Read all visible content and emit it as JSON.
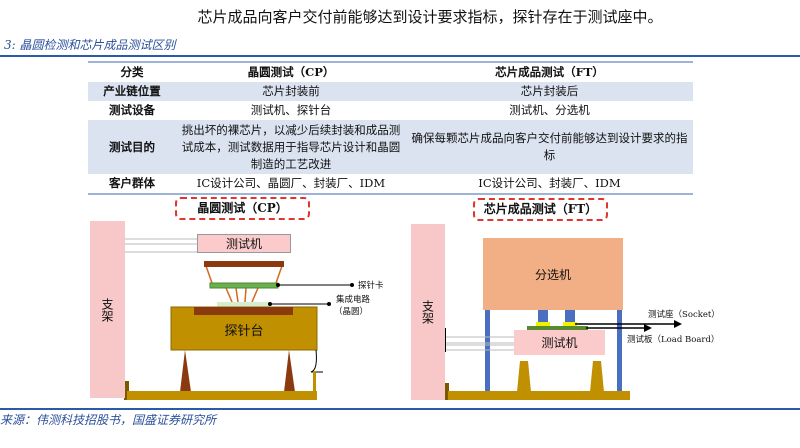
{
  "intro_text": "芯片成品向客户交付前能够达到设计要求指标，探针存在于测试座中。",
  "figure_caption": "3: 晶圆检测和芯片成品测试区别",
  "table": {
    "headers": [
      "分类",
      "晶圆测试（CP）",
      "芯片成品测试（FT）"
    ],
    "rows": [
      [
        "产业链位置",
        "芯片封装前",
        "芯片封装后"
      ],
      [
        "测试设备",
        "测试机、探针台",
        "测试机、分选机"
      ],
      [
        "测试目的",
        "挑出坏的裸芯片，以减少后续封装和成品测试成本，测试数据用于指导芯片设计和晶圆制造的工艺改进",
        "确保每颗芯片成品向客户交付前能够达到设计要求的指标"
      ],
      [
        "客户群体",
        "IC设计公司、晶圆厂、封装厂、IDM",
        "IC设计公司、封装厂、IDM"
      ]
    ]
  },
  "cp_diagram": {
    "title": "晶圆测试（CP）",
    "stand": "支架",
    "tester": "测试机",
    "prober": "探针台",
    "probe_card": "探针卡",
    "ic_label_1": "集成电路",
    "ic_label_2": "（晶圆）"
  },
  "ft_diagram": {
    "title": "芯片成品测试（FT）",
    "stand": "支架",
    "handler": "分选机",
    "tester": "测试机",
    "socket": "测试座（Socket）",
    "load_board": "测试板（Load Board）"
  },
  "source": "来源：伟测科技招股书，国盛证券研究所"
}
